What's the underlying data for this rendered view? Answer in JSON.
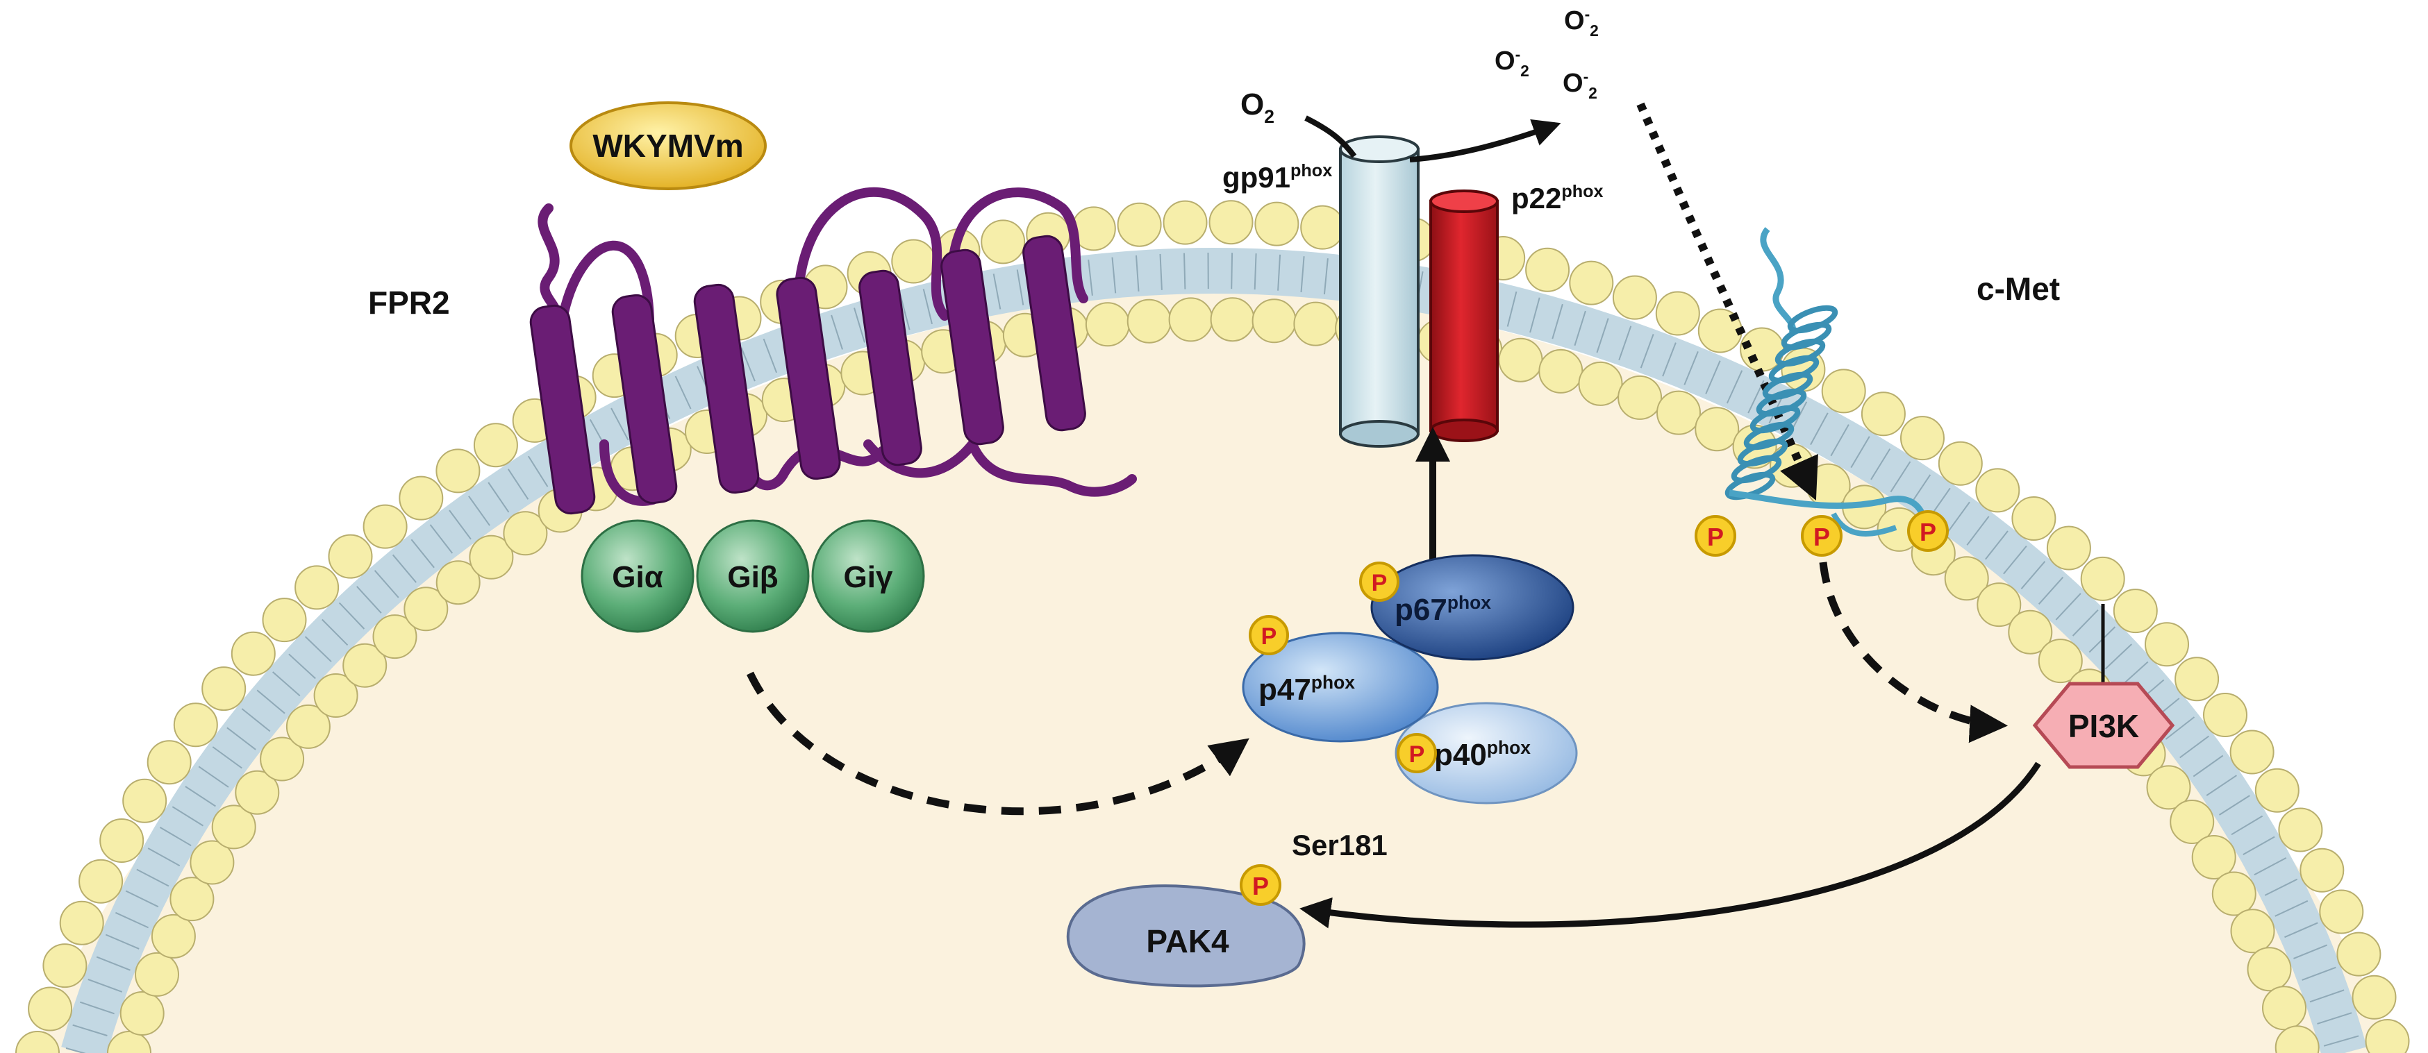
{
  "ligand": {
    "label": "WKYMVm"
  },
  "receptor": {
    "label": "FPR2"
  },
  "g_proteins": [
    {
      "label": "Giα"
    },
    {
      "label": "Giβ"
    },
    {
      "label": "Giγ"
    }
  ],
  "nadph_oxidase": {
    "gp91": {
      "base": "gp91",
      "sup": "phox"
    },
    "p22": {
      "base": "p22",
      "sup": "phox"
    },
    "substrate": {
      "base": "O",
      "sub": "2"
    },
    "products": [
      {
        "base": "O",
        "sup": "-",
        "sub": "2"
      },
      {
        "base": "O",
        "sup": "-",
        "sub": "2"
      },
      {
        "base": "O",
        "sup": "-",
        "sub": "2"
      }
    ]
  },
  "cytosolic_subunits": [
    {
      "base": "p67",
      "sup": "phox"
    },
    {
      "base": "p47",
      "sup": "phox"
    },
    {
      "base": "p40",
      "sup": "phox"
    }
  ],
  "phospho": {
    "label": "P"
  },
  "cmet": {
    "label": "c-Met"
  },
  "pi3k": {
    "label": "PI3K"
  },
  "pak4": {
    "label": "PAK4",
    "site": "Ser181"
  },
  "colors": {
    "cytoplasm": "#fbf2de",
    "lipid_head": "#f6eeaa",
    "lipid_tail": "#c3d8e3",
    "receptor": "#6a1d74",
    "g_protein": "#5cae78",
    "gp91": "#d4e7ee",
    "p22": "#d11a22",
    "p67": "#264f93",
    "p47": "#5b8fd3",
    "p40": "#a9c8ea",
    "phospho": "#f8ce2a",
    "pi3k": "#f6aeb4",
    "pak4": "#a5b4d2",
    "cmet": "#4aa3c5"
  }
}
